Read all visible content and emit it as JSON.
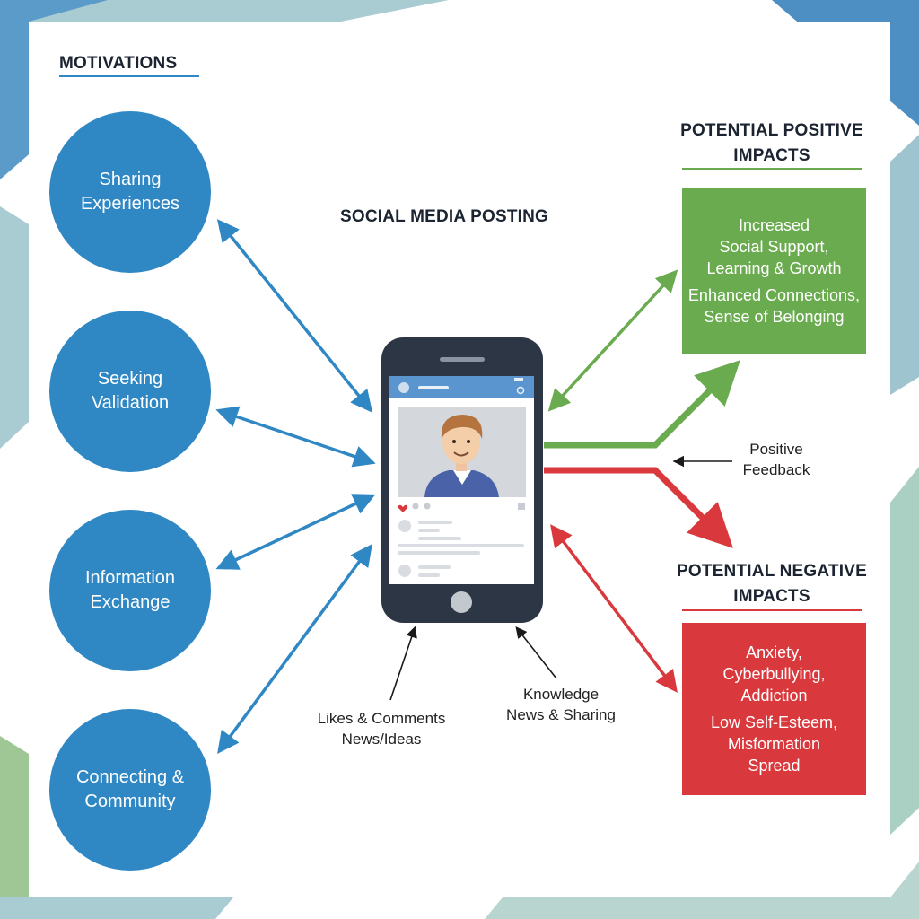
{
  "colors": {
    "motivation_blue": "#2f87c4",
    "positive_green": "#6aab4f",
    "negative_red": "#d9393d",
    "phone_dark": "#2d3645",
    "screen_header": "#5b95cf",
    "corner_teal": "#8fbdc6",
    "corner_blue": "#4d8fc2",
    "corner_green": "#9fc796"
  },
  "headings": {
    "motivations": "MOTIVATIONS",
    "center": "SOCIAL MEDIA POSTING",
    "positive": "POTENTIAL POSITIVE\nIMPACTS",
    "negative": "POTENTIAL NEGATIVE\nIMPACTS"
  },
  "motivations": [
    {
      "label": "Sharing\nExperiences"
    },
    {
      "label": "Seeking\nValidation"
    },
    {
      "label": "Information\nExchange"
    },
    {
      "label": "Connecting &\nCommunity"
    }
  ],
  "positive_box": {
    "line1": "Increased\nSocial Support,\nLearning & Growth",
    "line2": "Enhanced Connections,\nSense of Belonging"
  },
  "negative_box": {
    "line1": "Anxiety,\nCyberbullying,\nAddiction",
    "line2": "Low Self-Esteem,\nMisformation\nSpread"
  },
  "notes": {
    "feedback": "Positive\nFeedback",
    "likes": "Likes & Comments\nNews/Ideas",
    "knowledge": "Knowledge\nNews & Sharing"
  },
  "icons": {
    "phone": "smartphone-icon",
    "avatar": "person-avatar-icon",
    "heart": "heart-icon",
    "search": "search-icon"
  }
}
